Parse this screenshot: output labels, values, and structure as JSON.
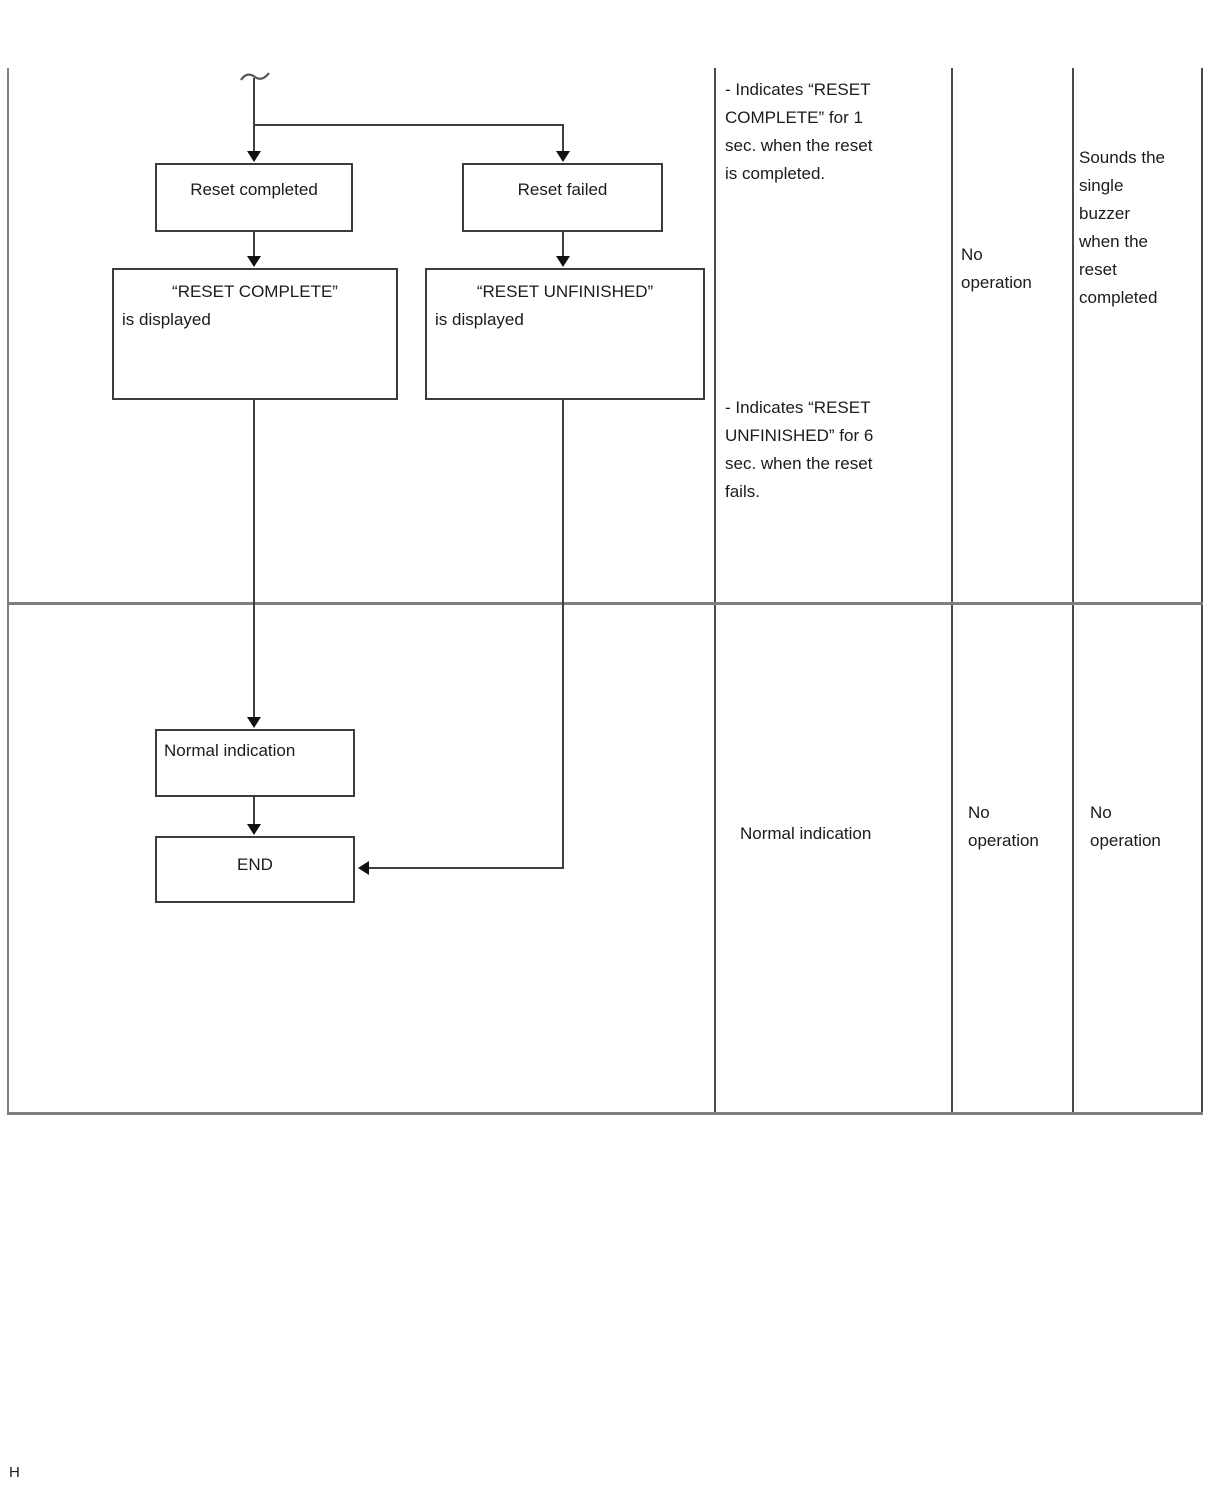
{
  "page": {
    "footer_mark": "H"
  },
  "flowchart": {
    "nodes": {
      "reset_completed": "Reset completed",
      "reset_failed": "Reset failed",
      "reset_complete_displayed_line1": "“RESET COMPLETE”",
      "reset_complete_displayed_line2": "is displayed",
      "reset_unfinished_displayed_line1": "“RESET UNFINISHED”",
      "reset_unfinished_displayed_line2": "is displayed",
      "normal_indication": "Normal indication",
      "end": "END"
    }
  },
  "table": {
    "row1": {
      "display_note_complete": "- Indicates “RESET\nCOMPLETE” for 1\nsec. when the reset\nis completed.",
      "display_note_unfinished": "- Indicates “RESET\nUNFINISHED” for 6\nsec. when the reset\nfails.",
      "operation": "No\noperation",
      "buzzer": "Sounds the\nsingle\nbuzzer\nwhen the\nreset\ncompleted"
    },
    "row2": {
      "display": "Normal indication",
      "operation": "No\noperation",
      "buzzer": "No\noperation"
    }
  }
}
